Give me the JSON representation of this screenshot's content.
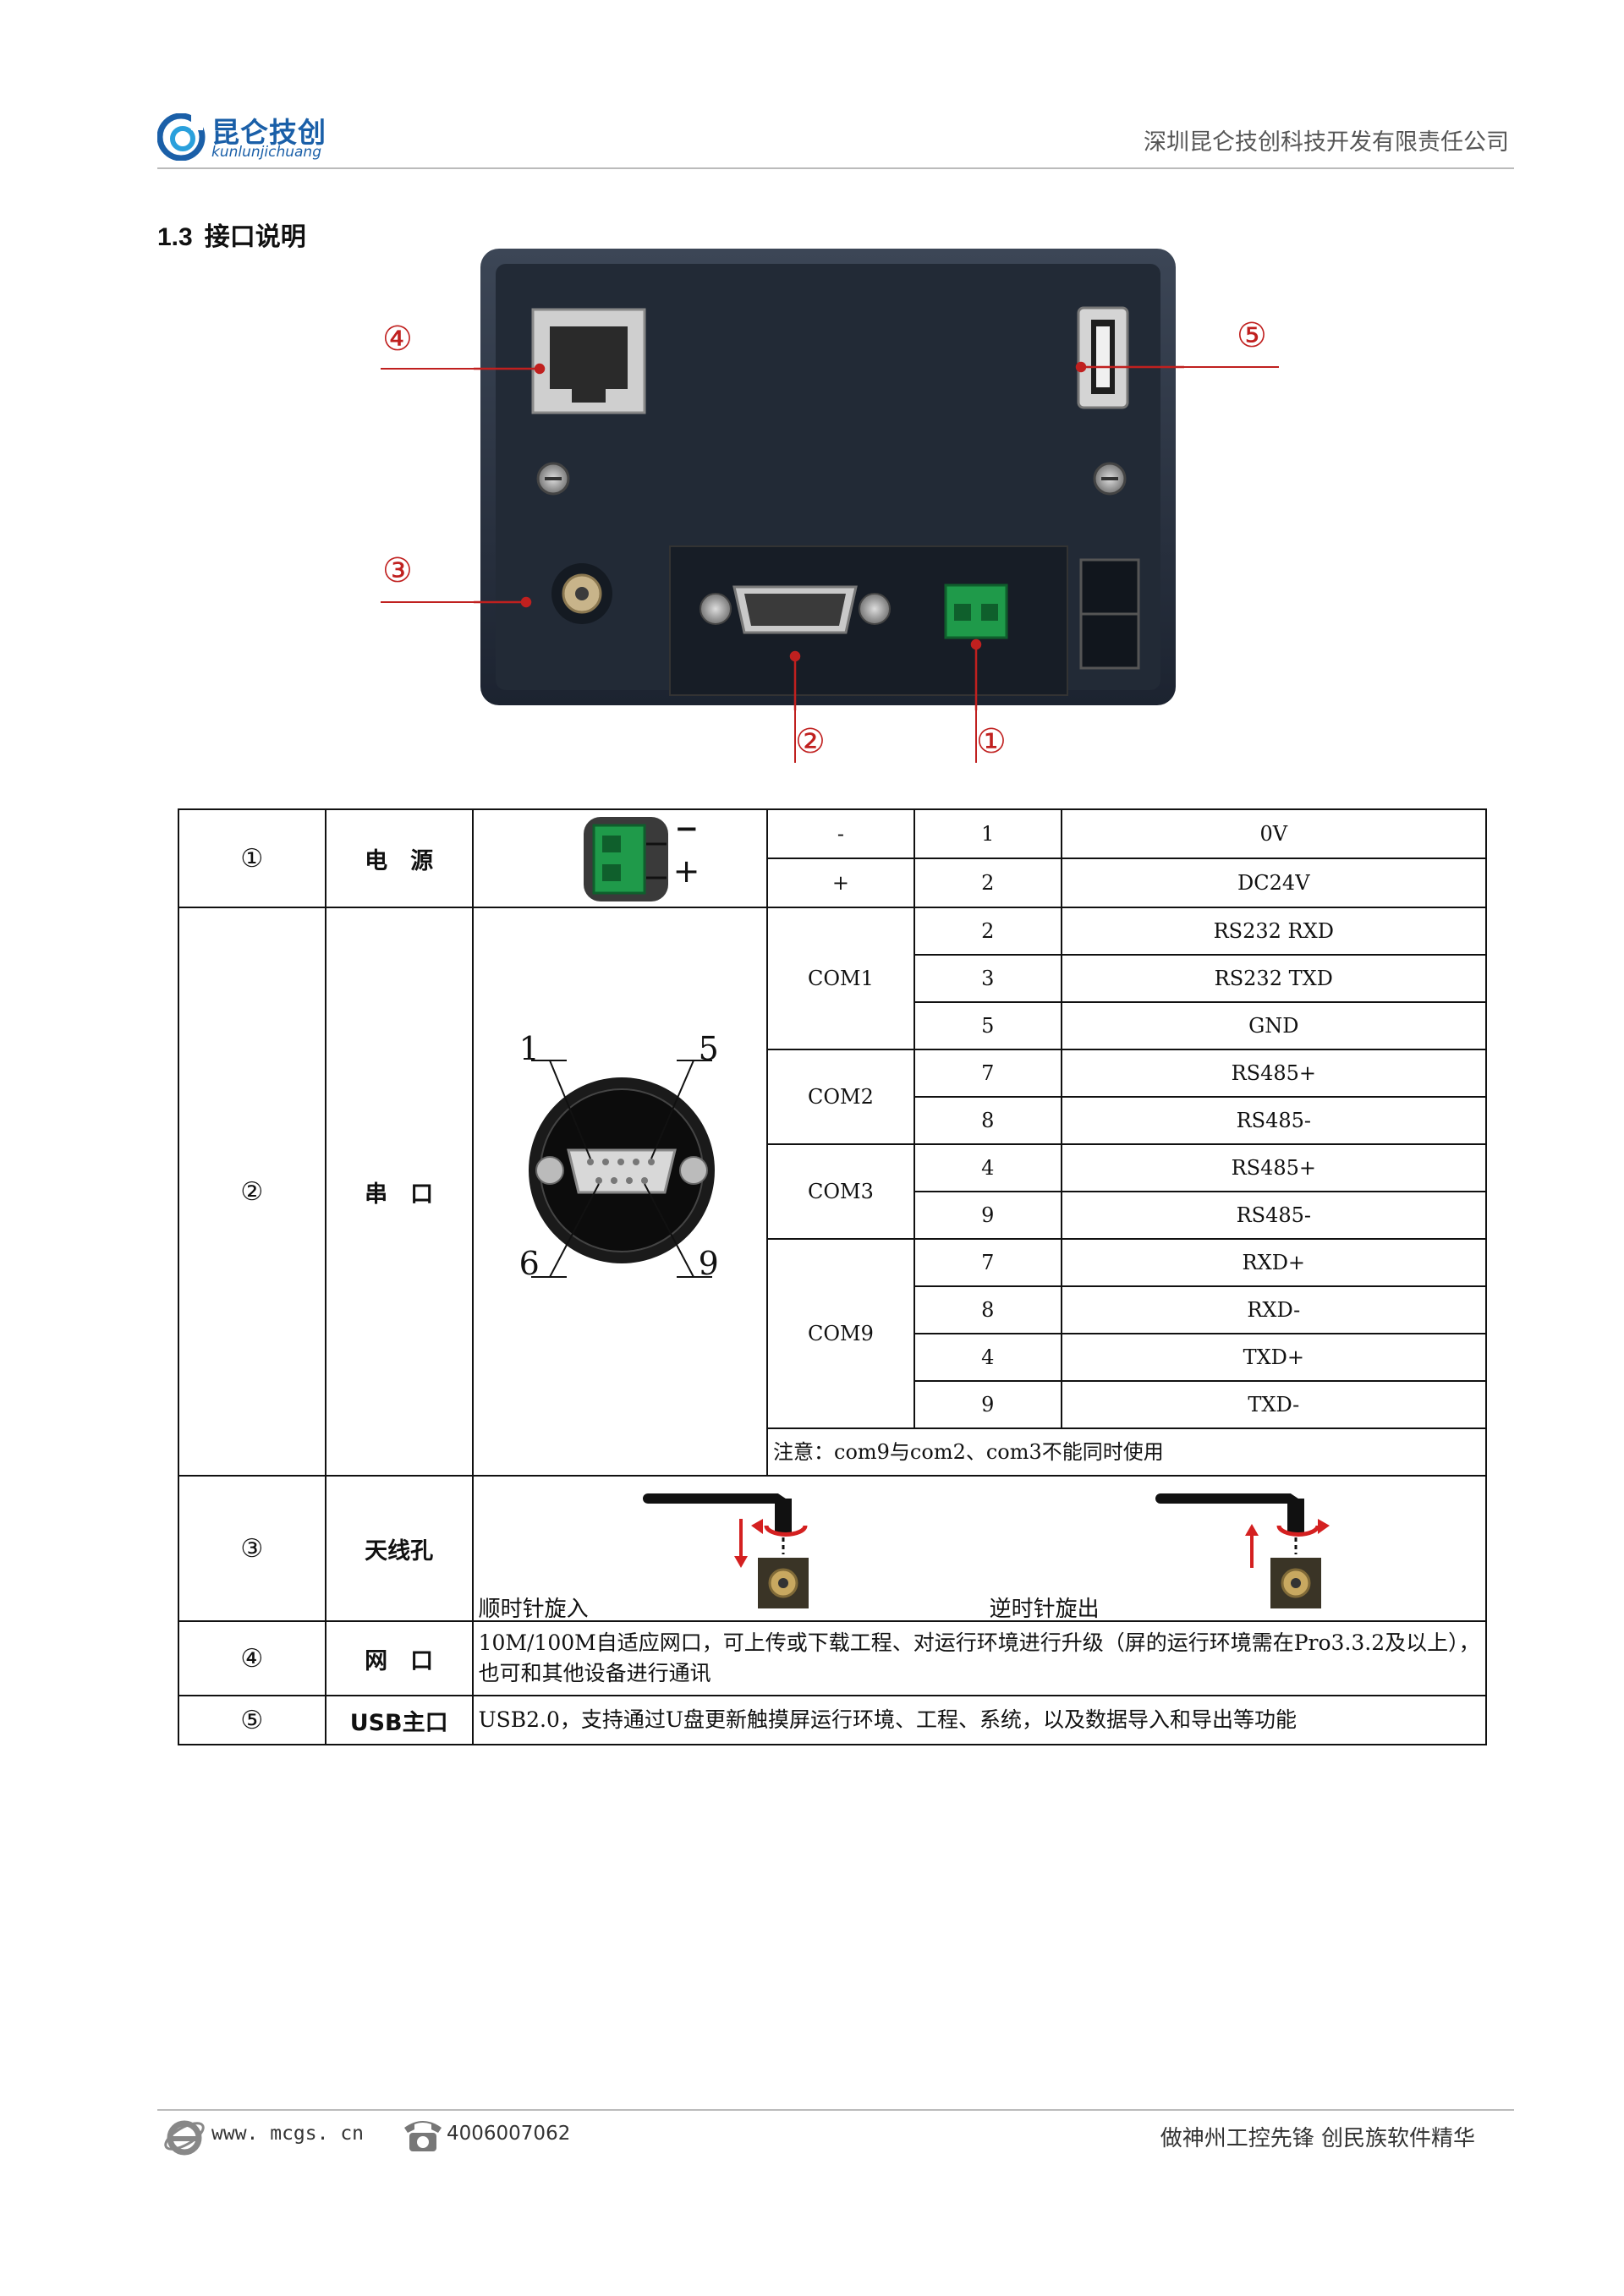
{
  "header": {
    "logo_cn": "昆仑技创",
    "logo_en": "kunlunjichuang",
    "company": "深圳昆仑技创科技开发有限责任公司"
  },
  "section": {
    "number": "1.3",
    "title": "接口说明"
  },
  "callouts": [
    "④",
    "⑤",
    "③",
    "②",
    "①"
  ],
  "table": {
    "power": {
      "index": "①",
      "label": "电　源",
      "minus_mark": "−",
      "plus_mark": "+",
      "rows": [
        {
          "sign": "-",
          "pin": "1",
          "signal": "0V"
        },
        {
          "sign": "+",
          "pin": "2",
          "signal": "DC24V"
        }
      ]
    },
    "serial": {
      "index": "②",
      "label": "串　口",
      "pin_labels": [
        "1",
        "5",
        "6",
        "9"
      ],
      "groups": [
        {
          "name": "COM1",
          "rows": [
            {
              "pin": "2",
              "signal": "RS232 RXD"
            },
            {
              "pin": "3",
              "signal": "RS232 TXD"
            },
            {
              "pin": "5",
              "signal": "GND"
            }
          ]
        },
        {
          "name": "COM2",
          "rows": [
            {
              "pin": "7",
              "signal": "RS485+"
            },
            {
              "pin": "8",
              "signal": "RS485-"
            }
          ]
        },
        {
          "name": "COM3",
          "rows": [
            {
              "pin": "4",
              "signal": "RS485+"
            },
            {
              "pin": "9",
              "signal": "RS485-"
            }
          ]
        },
        {
          "name": "COM9",
          "rows": [
            {
              "pin": "7",
              "signal": "RXD+"
            },
            {
              "pin": "8",
              "signal": "RXD-"
            },
            {
              "pin": "4",
              "signal": "TXD+"
            },
            {
              "pin": "9",
              "signal": "TXD-"
            }
          ]
        }
      ],
      "note": "注意：com9与com2、com3不能同时使用"
    },
    "antenna": {
      "index": "③",
      "label": "天线孔",
      "install": "顺时针旋入",
      "remove": "逆时针旋出"
    },
    "network": {
      "index": "④",
      "label": "网　口",
      "desc": "10M/100M自适应网口，可上传或下载工程、对运行环境进行升级（屏的运行环境需在Pro3.3.2及以上），也可和其他设备进行通讯"
    },
    "usb": {
      "index": "⑤",
      "label": "USB主口",
      "desc": "USB2.0，支持通过U盘更新触摸屏运行环境、工程、系统，以及数据导入和导出等功能"
    }
  },
  "footer": {
    "website": "www. mcgs. cn",
    "phone": "4006007062",
    "slogan": "做神州工控先锋 创民族软件精华"
  },
  "colors": {
    "brand": "#1a5fa8",
    "callout": "#c0201f",
    "terminal_green": "#1f9a4a"
  }
}
